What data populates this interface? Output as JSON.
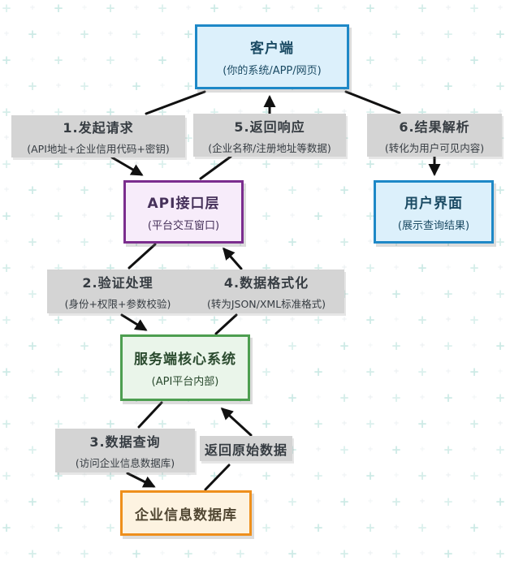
{
  "nodes": {
    "client": {
      "title": "客户端",
      "subtitle": "(你的系统/APP/网页)"
    },
    "api": {
      "title": "API接口层",
      "subtitle": "(平台交互窗口)"
    },
    "ui": {
      "title": "用户界面",
      "subtitle": "(展示查询结果)"
    },
    "server": {
      "title": "服务端核心系统",
      "subtitle": "(API平台内部)"
    },
    "database": {
      "title": "企业信息数据库"
    }
  },
  "steps": {
    "request": {
      "title": "1.发起请求",
      "subtitle": "(API地址+企业信用代码+密钥)"
    },
    "validate": {
      "title": "2.验证处理",
      "subtitle": "(身份+权限+参数校验)"
    },
    "query": {
      "title": "3.数据查询",
      "subtitle": "(访问企业信息数据库)"
    },
    "format": {
      "title": "4.数据格式化",
      "subtitle": "(转为JSON/XML标准格式)"
    },
    "respond": {
      "title": "5.返回响应",
      "subtitle": "(企业名称/注册地址等数据)"
    },
    "parse": {
      "title": "6.结果解析",
      "subtitle": "(转化为用户可见内容)"
    },
    "raw_return": {
      "title": "返回原始数据"
    }
  },
  "edges": [
    {
      "from": "client",
      "via": "1.发起请求",
      "to": "api"
    },
    {
      "from": "api",
      "via": "2.验证处理",
      "to": "server"
    },
    {
      "from": "server",
      "via": "3.数据查询",
      "to": "database"
    },
    {
      "from": "database",
      "via": "返回原始数据",
      "to": "server"
    },
    {
      "from": "server",
      "via": "4.数据格式化",
      "to": "api"
    },
    {
      "from": "api",
      "via": "5.返回响应",
      "to": "client"
    },
    {
      "from": "client",
      "via": "6.结果解析",
      "to": "ui"
    }
  ],
  "colors": {
    "client_border": "#1e88c7",
    "client_fill": "#dcf0fb",
    "api_border": "#7b2d8e",
    "api_fill": "#f7ecfa",
    "server_border": "#4d9e50",
    "server_fill": "#eaf5ea",
    "database_border": "#ee8f1c",
    "database_fill": "#fdf3e1",
    "step_label_bg": "#d4d4d4",
    "arrow": "#111111",
    "pattern_plus": "#17a08c"
  }
}
